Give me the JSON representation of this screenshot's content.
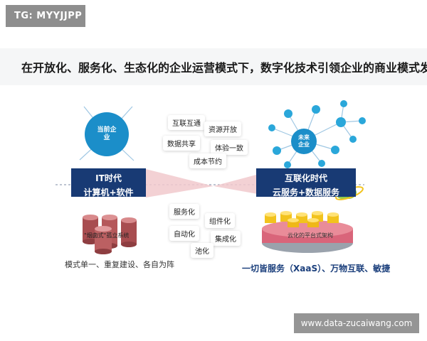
{
  "watermark_tag": "TG: MYYJJPP",
  "heading": "在开放化、服务化、生态化的企业运营模式下，数字化技术引领企业的商业模式发展",
  "left": {
    "node_label": "当前企业",
    "era_title": "IT时代",
    "era_subtitle": "计算机+软件",
    "cylinder_label": "\"烟囱式\"孤立系统",
    "caption": "模式单一、重复建设、各自为阵"
  },
  "right": {
    "node_label": "未来企业",
    "era_title": "互联化时代",
    "era_subtitle": "云服务+数据服务",
    "platform_label": "云化的平台式架构",
    "caption": "一切皆服务（XaaS）、万物互联、敏捷"
  },
  "top_tags": [
    "互联互通",
    "资源开放",
    "数据共享",
    "体验一致",
    "成本节约"
  ],
  "bottom_tags": [
    "服务化",
    "组件化",
    "自动化",
    "集成化",
    "池化"
  ],
  "source_url": "www.data-zucaiwang.com",
  "colors": {
    "navy": "#183a74",
    "node_blue": "#1b8ec9",
    "cylinder_red": "#b5585a",
    "platform_pink": "#e0727a",
    "gold": "#f2c31d"
  }
}
